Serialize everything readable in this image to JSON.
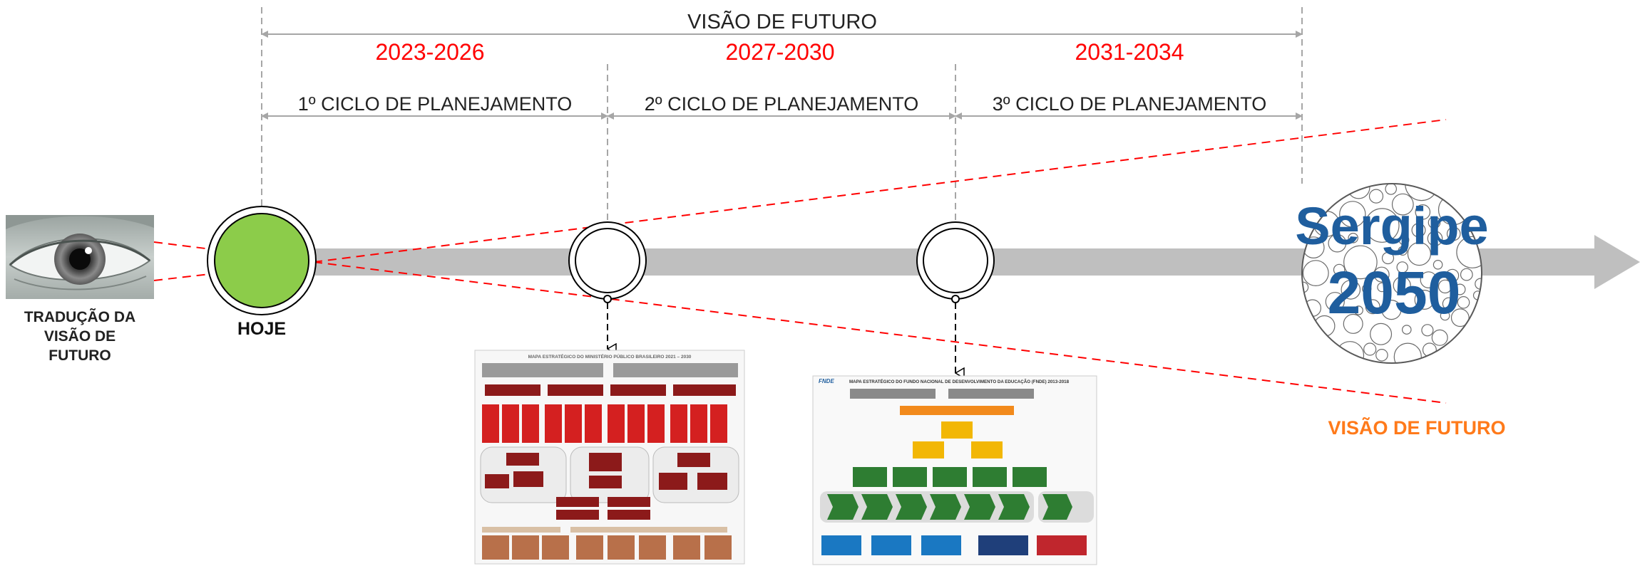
{
  "header": {
    "vision_title": "VISÃO DE FUTURO"
  },
  "cycles": [
    {
      "years": "2023-2026",
      "label": "1º CICLO DE PLANEJAMENTO"
    },
    {
      "years": "2027-2030",
      "label": "2º CICLO DE PLANEJAMENTO"
    },
    {
      "years": "2031-2034",
      "label": "3º CICLO DE PLANEJAMENTO"
    }
  ],
  "eye": {
    "caption_lines": [
      "TRADUÇÃO DA",
      "VISÃO DE",
      "FUTURO"
    ],
    "icon": "eye-icon"
  },
  "today": {
    "label": "HOJE"
  },
  "target": {
    "title_line1": "Sergipe",
    "title_line2": "2050",
    "caption": "VISÃO DE FUTURO"
  },
  "thumbnails": {
    "first": {
      "title": "MAPA ESTRATÉGICO DO MINISTÉRIO PÚBLICO BRASILEIRO 2021 – 2030"
    },
    "second": {
      "logo": "FNDE",
      "title": "MAPA ESTRATÉGICO DO FUNDO NACIONAL DE DESENVOLVIMENTO DA EDUCAÇÃO (FNDE) 2013-2018"
    }
  },
  "colors": {
    "accent_red": "#ff0000",
    "accent_orange": "#ff7a1a",
    "target_blue": "#1f5e9e",
    "today_green": "#8ccc4a",
    "timeline_gray": "#bfbfbf",
    "guide_gray": "#a6a6a6"
  }
}
